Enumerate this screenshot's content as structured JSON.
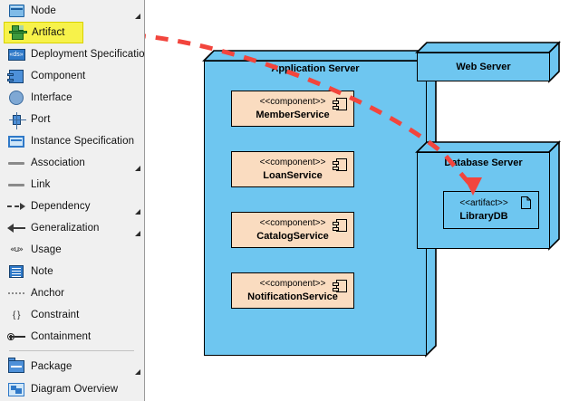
{
  "palette": {
    "items": [
      {
        "label": "Node",
        "icon": "node-icon",
        "expandable": true,
        "selected": false
      },
      {
        "label": "Artifact",
        "icon": "artifact-icon",
        "expandable": false,
        "selected": true
      },
      {
        "label": "Deployment Specification",
        "icon": "deployment-specification-icon",
        "expandable": false,
        "selected": false
      },
      {
        "label": "Component",
        "icon": "component-icon",
        "expandable": false,
        "selected": false
      },
      {
        "label": "Interface",
        "icon": "interface-icon",
        "expandable": false,
        "selected": false
      },
      {
        "label": "Port",
        "icon": "port-icon",
        "expandable": false,
        "selected": false
      },
      {
        "label": "Instance Specification",
        "icon": "instance-specification-icon",
        "expandable": false,
        "selected": false
      },
      {
        "label": "Association",
        "icon": "association-line-icon",
        "expandable": true,
        "selected": false
      },
      {
        "label": "Link",
        "icon": "link-line-icon",
        "expandable": false,
        "selected": false
      },
      {
        "label": "Dependency",
        "icon": "dependency-arrow-icon",
        "expandable": true,
        "selected": false
      },
      {
        "label": "Generalization",
        "icon": "generalization-arrow-icon",
        "expandable": true,
        "selected": false
      },
      {
        "label": "Usage",
        "icon": "usage-icon",
        "expandable": false,
        "selected": false
      },
      {
        "label": "Note",
        "icon": "note-icon",
        "expandable": false,
        "selected": false
      },
      {
        "label": "Anchor",
        "icon": "anchor-dotted-icon",
        "expandable": false,
        "selected": false
      },
      {
        "label": "Constraint",
        "icon": "constraint-icon",
        "expandable": false,
        "selected": false
      },
      {
        "label": "Containment",
        "icon": "containment-icon",
        "expandable": false,
        "selected": false
      },
      {
        "label": "Package",
        "icon": "package-icon",
        "expandable": true,
        "selected": false
      },
      {
        "label": "Diagram Overview",
        "icon": "diagram-overview-icon",
        "expandable": false,
        "selected": false
      }
    ],
    "usage_glyph": "«u»",
    "constraint_glyph": "{ }",
    "deployment_spec_glyph": "«ds»",
    "separator_after_index": 15,
    "selected_highlight_color": "#f7f24a"
  },
  "canvas": {
    "node_fill_color": "#6ec6f0",
    "component_fill_color": "#fadcc0",
    "connector_color": "#f2453d",
    "nodes": [
      {
        "name": "application-server",
        "title": "Application Server",
        "components": [
          {
            "stereotype": "<<component>>",
            "name": "MemberService"
          },
          {
            "stereotype": "<<component>>",
            "name": "LoanService"
          },
          {
            "stereotype": "<<component>>",
            "name": "CatalogService"
          },
          {
            "stereotype": "<<component>>",
            "name": "NotificationService"
          }
        ]
      },
      {
        "name": "web-server",
        "title": "Web Server",
        "components": []
      },
      {
        "name": "database-server",
        "title": "Database Server",
        "artifacts": [
          {
            "stereotype": "<<artifact>>",
            "name": "LibraryDB"
          }
        ]
      }
    ]
  }
}
